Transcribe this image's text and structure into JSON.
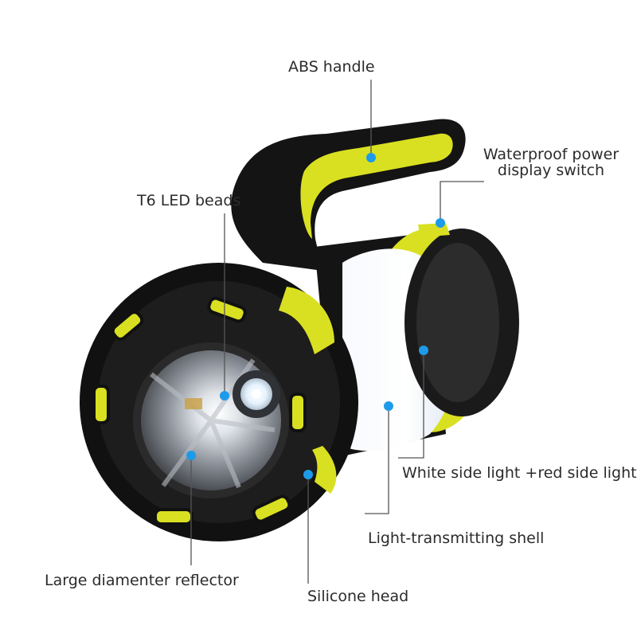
{
  "product": {
    "image_subject": "flashlight-lantern",
    "colors": {
      "accent": "#d9e021",
      "body": "#141414",
      "leader": "#555555",
      "callout_dot": "#1e9be8",
      "shell": "#eef3fb"
    }
  },
  "callouts": {
    "handle": "ABS handle",
    "switch_line1": "Waterproof power",
    "switch_line2": "display switch",
    "led": "T6 LED beads",
    "side_light": "White side light +red side light",
    "shell": "Light-transmitting shell",
    "reflector": "Large diamenter reflector",
    "head": "Silicone head"
  }
}
